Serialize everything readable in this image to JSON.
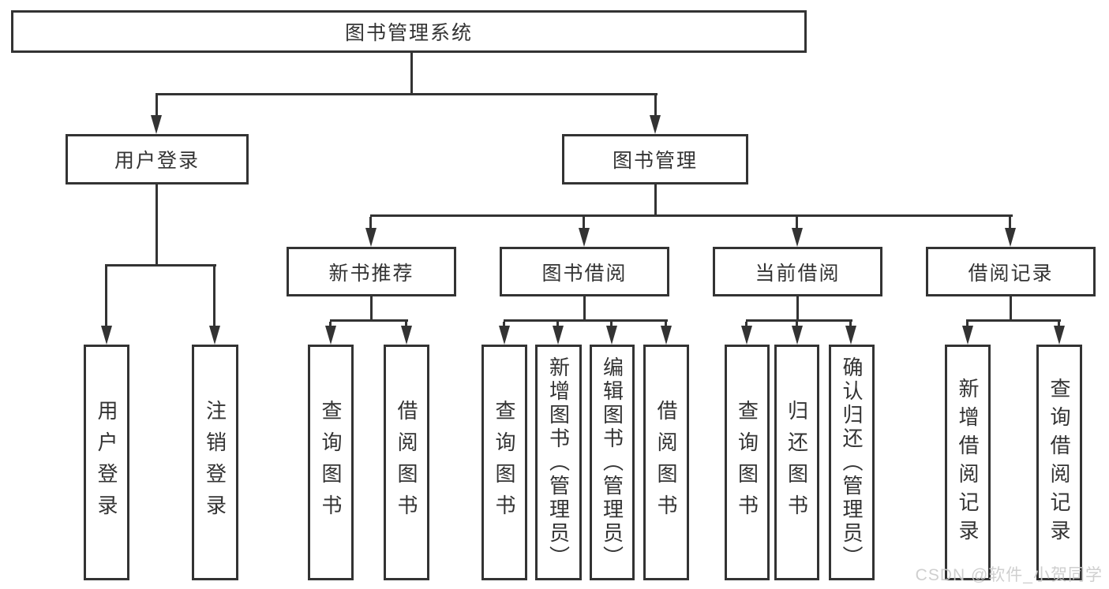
{
  "diagram": {
    "title": "图书管理系统",
    "watermark": "CSDN @软件_小贺同学",
    "line_color": "#333333",
    "text_color": "#333333"
  },
  "nodes": {
    "root": {
      "label": "图书管理系统"
    },
    "userLogin": {
      "label": "用户登录"
    },
    "bookManagement": {
      "label": "图书管理"
    },
    "userLoginV": {
      "label": "用户登录"
    },
    "logoutV": {
      "label": "注销登录"
    },
    "newBookRec": {
      "label": "新书推荐"
    },
    "bookBorrow": {
      "label": "图书借阅"
    },
    "currentBorrow": {
      "label": "当前借阅"
    },
    "borrowRecords": {
      "label": "借阅记录"
    },
    "queryBooks1": {
      "label": "查询图书"
    },
    "borrowBooks1": {
      "label": "借阅图书"
    },
    "queryBooks2": {
      "label": "查询图书"
    },
    "addBooks": {
      "label": "新增图书（管理员）"
    },
    "editBooks": {
      "label": "编辑图书（管理员）"
    },
    "borrowBooks2": {
      "label": "借阅图书"
    },
    "queryBooks3": {
      "label": "查询图书"
    },
    "returnBooks": {
      "label": "归还图书"
    },
    "confirmReturn": {
      "label": "确认归还（管理员）"
    },
    "addBorrowRecord": {
      "label": "新增借阅记录"
    },
    "queryBorrowRecord": {
      "label": "查询借阅记录"
    }
  },
  "hierarchy": {
    "label": "图书管理系统",
    "children": [
      {
        "label": "用户登录",
        "children": [
          {
            "label": "用户登录"
          },
          {
            "label": "注销登录"
          }
        ]
      },
      {
        "label": "图书管理",
        "children": [
          {
            "label": "新书推荐",
            "children": [
              {
                "label": "查询图书"
              },
              {
                "label": "借阅图书"
              }
            ]
          },
          {
            "label": "图书借阅",
            "children": [
              {
                "label": "查询图书"
              },
              {
                "label": "新增图书（管理员）"
              },
              {
                "label": "编辑图书（管理员）"
              },
              {
                "label": "借阅图书"
              }
            ]
          },
          {
            "label": "当前借阅",
            "children": [
              {
                "label": "查询图书"
              },
              {
                "label": "归还图书"
              },
              {
                "label": "确认归还（管理员）"
              }
            ]
          },
          {
            "label": "借阅记录",
            "children": [
              {
                "label": "新增借阅记录"
              },
              {
                "label": "查询借阅记录"
              }
            ]
          }
        ]
      }
    ]
  }
}
